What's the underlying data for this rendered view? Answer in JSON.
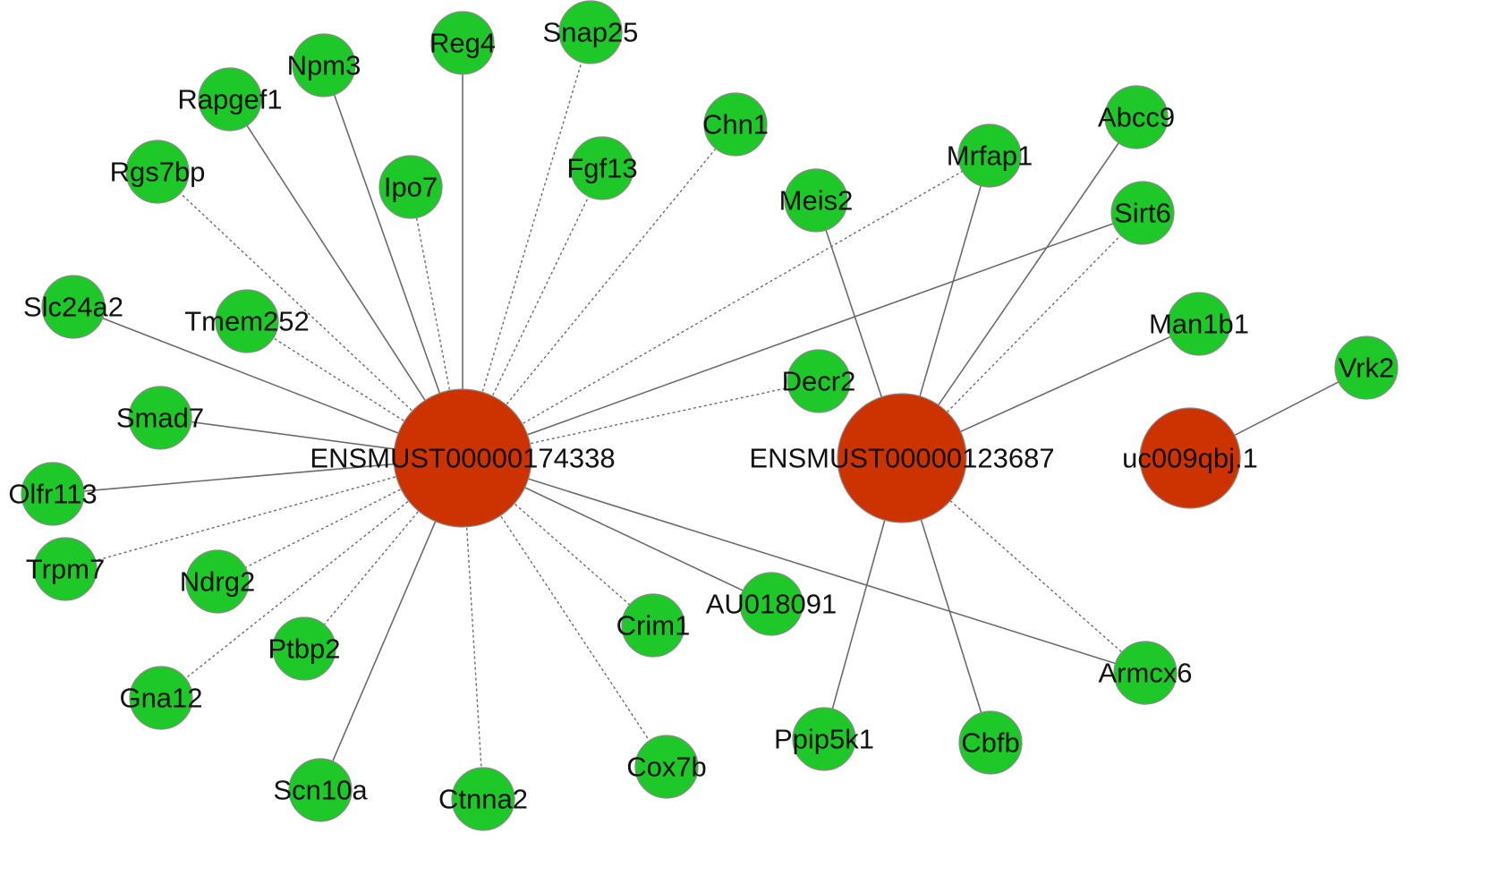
{
  "colors": {
    "hub": "#cc3300",
    "target": "#1ec828",
    "edge": "#6b6b6b"
  },
  "hubs": [
    {
      "id": "h1",
      "label": "ENSMUST00000174338"
    },
    {
      "id": "h2",
      "label": "ENSMUST00000123687"
    },
    {
      "id": "h3",
      "label": "uc009qbj.1"
    }
  ],
  "targets": [
    {
      "id": "reg4",
      "label": "Reg4"
    },
    {
      "id": "snap25",
      "label": "Snap25"
    },
    {
      "id": "npm3",
      "label": "Npm3"
    },
    {
      "id": "rapgef1",
      "label": "Rapgef1"
    },
    {
      "id": "chn1",
      "label": "Chn1"
    },
    {
      "id": "abcc9",
      "label": "Abcc9"
    },
    {
      "id": "mrfap1",
      "label": "Mrfap1"
    },
    {
      "id": "rgs7bp",
      "label": "Rgs7bp"
    },
    {
      "id": "ipo7",
      "label": "Ipo7"
    },
    {
      "id": "fgf13",
      "label": "Fgf13"
    },
    {
      "id": "meis2",
      "label": "Meis2"
    },
    {
      "id": "sirt6",
      "label": "Sirt6"
    },
    {
      "id": "slc24a2",
      "label": "Slc24a2"
    },
    {
      "id": "tmem252",
      "label": "Tmem252"
    },
    {
      "id": "man1b1",
      "label": "Man1b1"
    },
    {
      "id": "decr2",
      "label": "Decr2"
    },
    {
      "id": "vrk2",
      "label": "Vrk2"
    },
    {
      "id": "smad7",
      "label": "Smad7"
    },
    {
      "id": "olfr113",
      "label": "Olfr113"
    },
    {
      "id": "trpm7",
      "label": "Trpm7"
    },
    {
      "id": "ndrg2",
      "label": "Ndrg2"
    },
    {
      "id": "crim1",
      "label": "Crim1"
    },
    {
      "id": "au018091",
      "label": "AU018091"
    },
    {
      "id": "ptbp2",
      "label": "Ptbp2"
    },
    {
      "id": "armcx6",
      "label": "Armcx6"
    },
    {
      "id": "gna12",
      "label": "Gna12"
    },
    {
      "id": "ppip5k1",
      "label": "Ppip5k1"
    },
    {
      "id": "cbfb",
      "label": "Cbfb"
    },
    {
      "id": "cox7b",
      "label": "Cox7b"
    },
    {
      "id": "scn10a",
      "label": "Scn10a"
    },
    {
      "id": "ctnna2",
      "label": "Ctnna2"
    }
  ],
  "edges": [
    {
      "from": "h1",
      "to": "reg4",
      "style": "solid"
    },
    {
      "from": "h1",
      "to": "snap25",
      "style": "dashed"
    },
    {
      "from": "h1",
      "to": "npm3",
      "style": "solid"
    },
    {
      "from": "h1",
      "to": "rapgef1",
      "style": "solid"
    },
    {
      "from": "h1",
      "to": "chn1",
      "style": "dashed"
    },
    {
      "from": "h1",
      "to": "rgs7bp",
      "style": "dashed"
    },
    {
      "from": "h1",
      "to": "ipo7",
      "style": "dashed"
    },
    {
      "from": "h1",
      "to": "fgf13",
      "style": "dashed"
    },
    {
      "from": "h1",
      "to": "mrfap1",
      "style": "dashed"
    },
    {
      "from": "h1",
      "to": "sirt6",
      "style": "solid"
    },
    {
      "from": "h1",
      "to": "slc24a2",
      "style": "solid"
    },
    {
      "from": "h1",
      "to": "tmem252",
      "style": "dashed"
    },
    {
      "from": "h1",
      "to": "decr2",
      "style": "dashed"
    },
    {
      "from": "h1",
      "to": "smad7",
      "style": "solid"
    },
    {
      "from": "h1",
      "to": "olfr113",
      "style": "solid"
    },
    {
      "from": "h1",
      "to": "trpm7",
      "style": "dashed"
    },
    {
      "from": "h1",
      "to": "ndrg2",
      "style": "dashed"
    },
    {
      "from": "h1",
      "to": "crim1",
      "style": "dashed"
    },
    {
      "from": "h1",
      "to": "au018091",
      "style": "solid"
    },
    {
      "from": "h1",
      "to": "ptbp2",
      "style": "dashed"
    },
    {
      "from": "h1",
      "to": "armcx6",
      "style": "solid"
    },
    {
      "from": "h1",
      "to": "gna12",
      "style": "dashed"
    },
    {
      "from": "h1",
      "to": "cox7b",
      "style": "dashed"
    },
    {
      "from": "h1",
      "to": "scn10a",
      "style": "solid"
    },
    {
      "from": "h1",
      "to": "ctnna2",
      "style": "dashed"
    },
    {
      "from": "h2",
      "to": "abcc9",
      "style": "solid"
    },
    {
      "from": "h2",
      "to": "mrfap1",
      "style": "solid"
    },
    {
      "from": "h2",
      "to": "meis2",
      "style": "solid"
    },
    {
      "from": "h2",
      "to": "sirt6",
      "style": "dashed"
    },
    {
      "from": "h2",
      "to": "man1b1",
      "style": "solid"
    },
    {
      "from": "h2",
      "to": "armcx6",
      "style": "dashed"
    },
    {
      "from": "h2",
      "to": "ppip5k1",
      "style": "solid"
    },
    {
      "from": "h2",
      "to": "cbfb",
      "style": "solid"
    },
    {
      "from": "h3",
      "to": "vrk2",
      "style": "solid"
    }
  ]
}
